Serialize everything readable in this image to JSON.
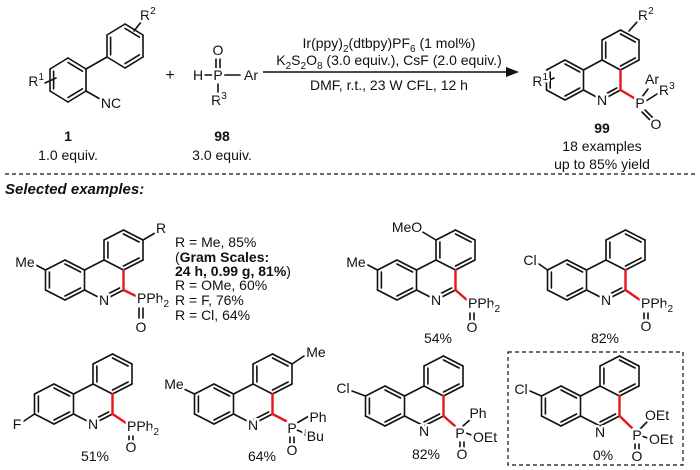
{
  "reaction": {
    "reactant_1": {
      "id": "1",
      "equiv": "1.0 equiv.",
      "r1": [
        "R",
        "1"
      ],
      "r2": [
        "R",
        "2"
      ],
      "nc": "NC"
    },
    "plus": "+",
    "reactant_98": {
      "id": "98",
      "equiv": "3.0 equiv.",
      "o": "O",
      "h": "H",
      "p": "P",
      "ar": "Ar",
      "r3": [
        "R",
        "3"
      ]
    },
    "conditions": {
      "line1": [
        "Ir(ppy)",
        "2",
        "(dtbpy)PF",
        "6",
        " (1 mol%)"
      ],
      "line2": [
        "K",
        "2",
        "S",
        "2",
        "O",
        "8",
        " (3.0 equiv.), CsF (2.0 equiv.)"
      ],
      "line3": "DMF, r.t., 23 W CFL, 12 h"
    },
    "product_99": {
      "id": "99",
      "examples": "18 examples",
      "yield": "up to 85% yield",
      "r1": [
        "R",
        "1"
      ],
      "r2": [
        "R",
        "2"
      ],
      "n": "N",
      "p": "P",
      "ar": "Ar",
      "r3": [
        "R",
        "3"
      ],
      "o": "O"
    }
  },
  "section_title": "Selected examples:",
  "examples": [
    {
      "left": "Me",
      "r": "R",
      "n": "N",
      "p": [
        "PPh",
        "2"
      ],
      "o": "O",
      "variants": [
        "R = Me, 85%",
        "R = OMe, 60%",
        "R = F, 76%",
        "R = Cl, 64%"
      ],
      "gram_scale": {
        "open": "(",
        "title": "Gram Scales:",
        "detail": "24 h, 0.99 g, 81%",
        "close": ")"
      }
    },
    {
      "left": "Me",
      "top": "MeO",
      "n": "N",
      "p": [
        "PPh",
        "2"
      ],
      "o": "O",
      "yield": "54%"
    },
    {
      "left": "Cl",
      "n": "N",
      "p": [
        "PPh",
        "2"
      ],
      "o": "O",
      "yield": "82%"
    },
    {
      "left": "F",
      "n": "N",
      "p": [
        "PPh",
        "2"
      ],
      "o": "O",
      "yield": "51%"
    },
    {
      "left": "Me",
      "right": "Me",
      "n": "N",
      "p": "P",
      "ph": "Ph",
      "tbu": [
        "t",
        "Bu"
      ],
      "o": "O",
      "yield": "64%"
    },
    {
      "left": "Cl",
      "n": "N",
      "p": "P",
      "ph": "Ph",
      "oet": "OEt",
      "o": "O",
      "yield": "82%"
    },
    {
      "left": "Cl",
      "n": "N",
      "p": "P",
      "oet1": "OEt",
      "oet2": "OEt",
      "o": "O",
      "yield": "0%"
    }
  ],
  "colors": {
    "bond": "#111111",
    "new_bond": "#e3171d"
  }
}
